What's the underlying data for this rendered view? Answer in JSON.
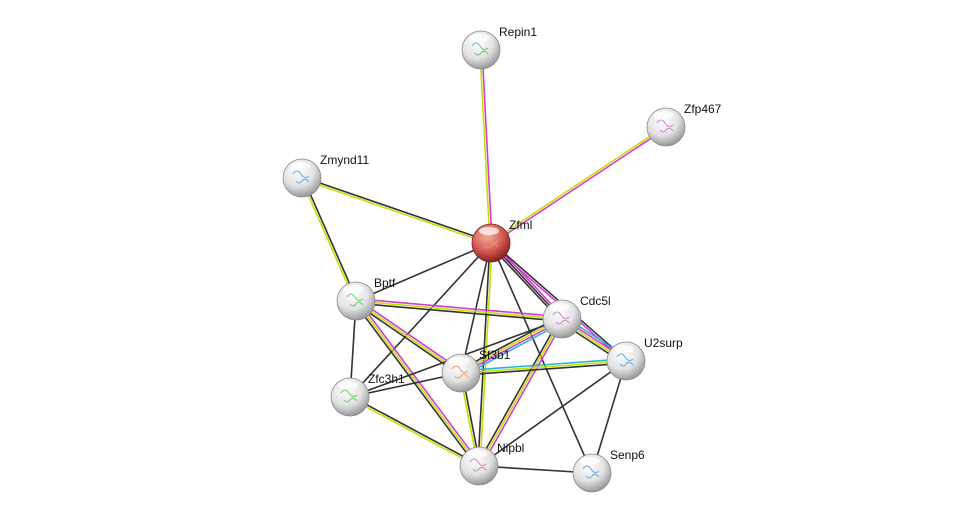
{
  "nodes": [
    {
      "id": "Repin1",
      "label": "Repin1",
      "query": false
    },
    {
      "id": "Zfp467",
      "label": "Zfp467",
      "query": false
    },
    {
      "id": "Zmynd11",
      "label": "Zmynd11",
      "query": false
    },
    {
      "id": "Zfml",
      "label": "Zfml",
      "query": true
    },
    {
      "id": "Bptf",
      "label": "Bptf",
      "query": false
    },
    {
      "id": "Cdc5l",
      "label": "Cdc5l",
      "query": false
    },
    {
      "id": "U2surp",
      "label": "U2surp",
      "query": false
    },
    {
      "id": "Sf3b1",
      "label": "Sf3b1",
      "query": false
    },
    {
      "id": "Zfc3h1",
      "label": "Zfc3h1",
      "query": false
    },
    {
      "id": "Nipbl",
      "label": "Nipbl",
      "query": false
    },
    {
      "id": "Senp6",
      "label": "Senp6",
      "query": false
    }
  ],
  "evidence_colors": {
    "black": "#333333",
    "yellow": "#c6df00",
    "magenta": "#d63ad6",
    "cyan": "#2ab3dc"
  },
  "edges": [
    [
      "Repin1",
      "Zfml",
      [
        "magenta",
        "yellow"
      ]
    ],
    [
      "Zfp467",
      "Zfml",
      [
        "magenta",
        "yellow"
      ]
    ],
    [
      "Zmynd11",
      "Zfml",
      [
        "black",
        "yellow"
      ]
    ],
    [
      "Zmynd11",
      "Bptf",
      [
        "black",
        "yellow"
      ]
    ],
    [
      "Zfml",
      "Bptf",
      [
        "black"
      ]
    ],
    [
      "Zfml",
      "Cdc5l",
      [
        "magenta",
        "black",
        "black"
      ]
    ],
    [
      "Zfml",
      "U2surp",
      [
        "black",
        "magenta"
      ]
    ],
    [
      "Zfml",
      "Sf3b1",
      [
        "black"
      ]
    ],
    [
      "Zfml",
      "Zfc3h1",
      [
        "black"
      ]
    ],
    [
      "Zfml",
      "Nipbl",
      [
        "yellow",
        "black"
      ]
    ],
    [
      "Zfml",
      "Senp6",
      [
        "black"
      ]
    ],
    [
      "Bptf",
      "Cdc5l",
      [
        "magenta",
        "yellow",
        "black"
      ]
    ],
    [
      "Bptf",
      "Sf3b1",
      [
        "magenta",
        "yellow",
        "black"
      ]
    ],
    [
      "Bptf",
      "Nipbl",
      [
        "magenta",
        "yellow",
        "black"
      ]
    ],
    [
      "Bptf",
      "Zfc3h1",
      [
        "black"
      ]
    ],
    [
      "Cdc5l",
      "Sf3b1",
      [
        "cyan",
        "magenta",
        "yellow",
        "black"
      ]
    ],
    [
      "Cdc5l",
      "U2surp",
      [
        "cyan",
        "magenta",
        "yellow",
        "black"
      ]
    ],
    [
      "Cdc5l",
      "Nipbl",
      [
        "magenta",
        "yellow",
        "black"
      ]
    ],
    [
      "Sf3b1",
      "U2surp",
      [
        "cyan",
        "yellow",
        "black"
      ]
    ],
    [
      "Sf3b1",
      "Nipbl",
      [
        "black",
        "yellow"
      ]
    ],
    [
      "Sf3b1",
      "Zfc3h1",
      [
        "black"
      ]
    ],
    [
      "Zfc3h1",
      "Nipbl",
      [
        "black",
        "yellow"
      ]
    ],
    [
      "Zfc3h1",
      "Cdc5l",
      [
        "black"
      ]
    ],
    [
      "U2surp",
      "Nipbl",
      [
        "black"
      ]
    ],
    [
      "U2surp",
      "Senp6",
      [
        "black"
      ]
    ],
    [
      "Nipbl",
      "Senp6",
      [
        "black"
      ]
    ]
  ]
}
